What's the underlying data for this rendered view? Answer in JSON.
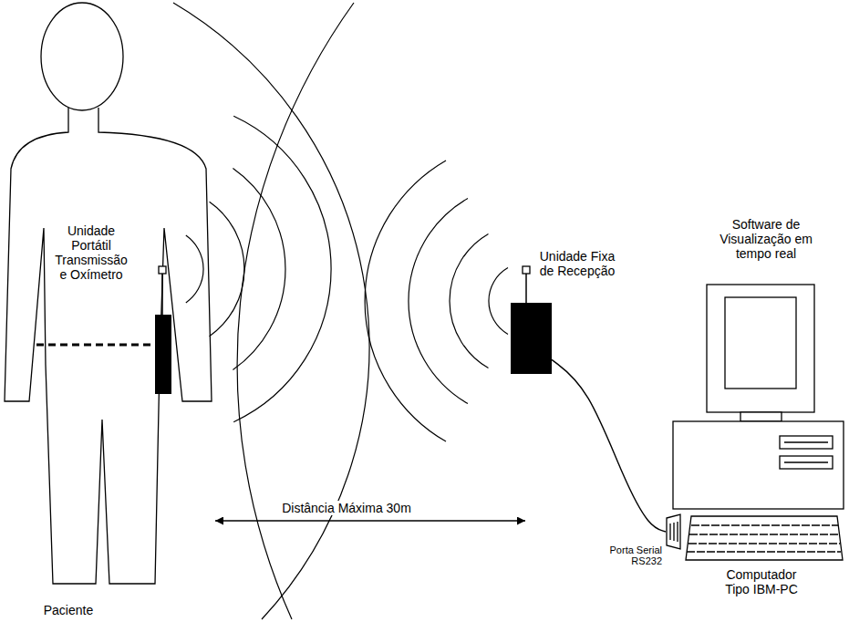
{
  "diagram": {
    "nodes": [
      {
        "text": [
          "Paciente"
        ]
      },
      {
        "text": [
          "Unidade Portátil Transmissão e Oxímetro"
        ],
        "in": 0
      },
      {
        "text": [
          "Unidade Fixa de Recepção"
        ]
      },
      {
        "text": [
          "Software de Visualização em tempo real",
          "Computador Tipo IBM-PC"
        ]
      }
    ],
    "edges": [
      {
        "from": 2,
        "to": 3,
        "arrow": "none",
        "label": "Porta Serial RS232"
      }
    ],
    "labels": [
      "Distância Máxima 30m"
    ]
  }
}
